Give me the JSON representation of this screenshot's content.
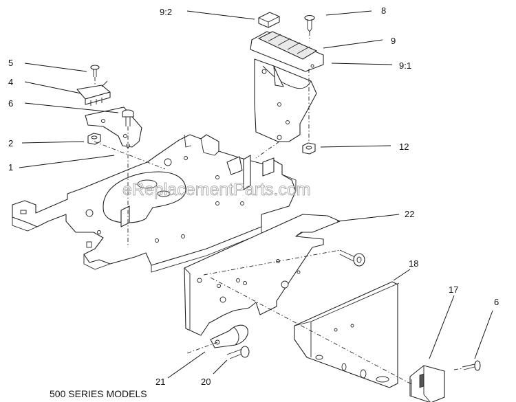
{
  "watermark": "eReplacementParts.com",
  "caption": "500 SERIES MODELS",
  "callouts": {
    "c9_2": "9:2",
    "c8": "8",
    "c9": "9",
    "c9_1": "9:1",
    "c5": "5",
    "c4": "4",
    "c6_top": "6",
    "c2": "2",
    "c1": "1",
    "c12": "12",
    "c22": "22",
    "c18": "18",
    "c17": "17",
    "c6_bottom": "6",
    "c21": "21",
    "c20": "20"
  }
}
